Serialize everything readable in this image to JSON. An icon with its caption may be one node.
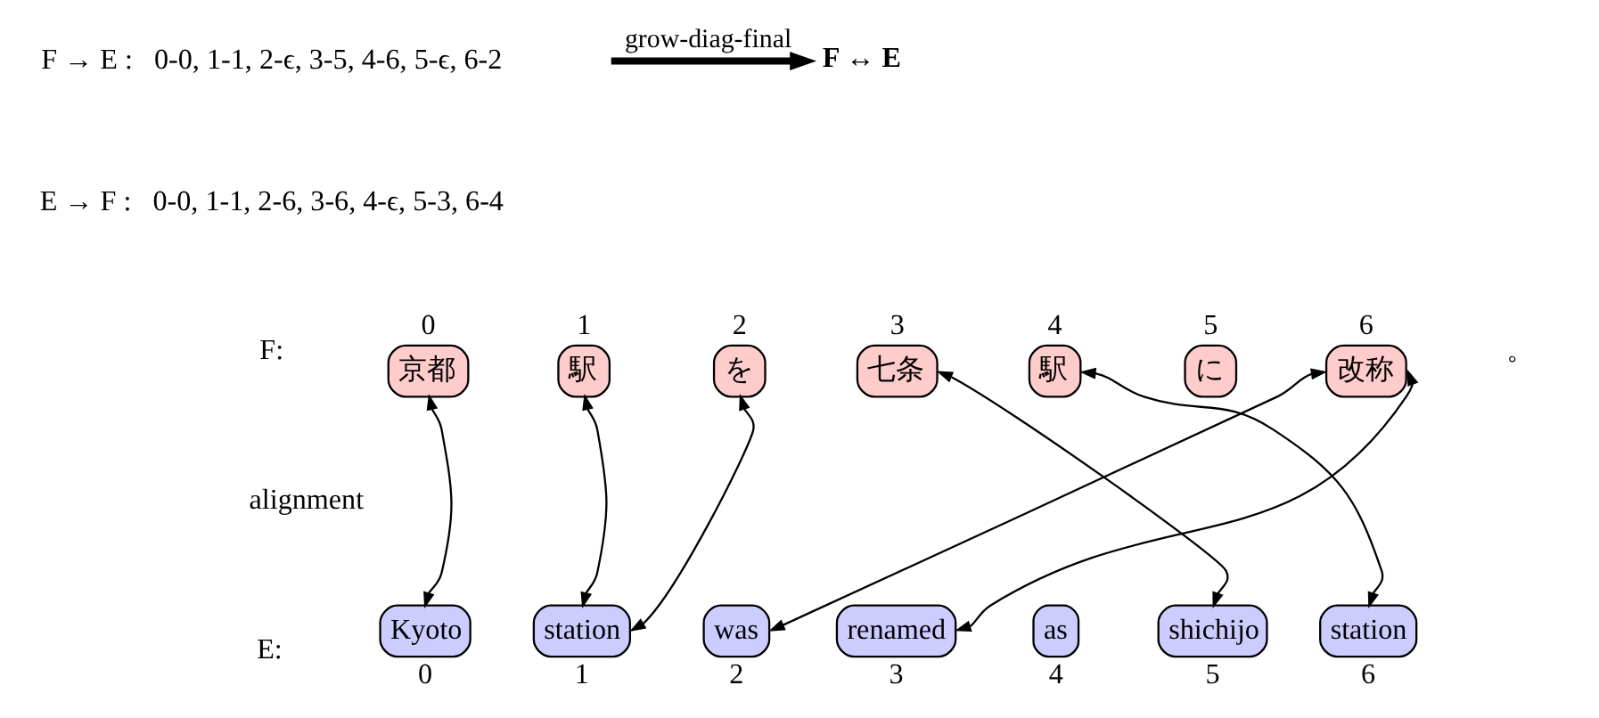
{
  "diagram": {
    "nodes": [
      {
        "text": [
          "京都"
        ],
        "beside": [
          "0"
        ]
      },
      {
        "text": [
          "駅"
        ],
        "beside": [
          "1"
        ]
      },
      {
        "text": [
          "を"
        ],
        "beside": [
          "2"
        ]
      },
      {
        "text": [
          "七条"
        ],
        "beside": [
          "3"
        ]
      },
      {
        "text": [
          "駅"
        ],
        "beside": [
          "4"
        ]
      },
      {
        "text": [
          "に"
        ],
        "beside": [
          "5"
        ]
      },
      {
        "text": [
          "改称"
        ],
        "beside": [
          "6"
        ]
      },
      {
        "text": [
          "Kyoto"
        ],
        "beside": [
          "0"
        ]
      },
      {
        "text": [
          "station"
        ],
        "beside": [
          "1"
        ]
      },
      {
        "text": [
          "was"
        ],
        "beside": [
          "2"
        ]
      },
      {
        "text": [
          "renamed"
        ],
        "beside": [
          "3"
        ]
      },
      {
        "text": [
          "as"
        ],
        "beside": [
          "4"
        ]
      },
      {
        "text": [
          "shichijo"
        ],
        "beside": [
          "5"
        ]
      },
      {
        "text": [
          "station"
        ],
        "beside": [
          "6"
        ]
      },
      {
        "text": [
          "F ↔ E"
        ]
      }
    ],
    "edges": [
      {
        "from": 0,
        "to": 7,
        "arrow": "both"
      },
      {
        "from": 1,
        "to": 8,
        "arrow": "both"
      },
      {
        "from": 2,
        "to": 8,
        "arrow": "both"
      },
      {
        "from": 3,
        "to": 12,
        "arrow": "both"
      },
      {
        "from": 4,
        "to": 13,
        "arrow": "both"
      },
      {
        "from": 6,
        "to": 9,
        "arrow": "both"
      },
      {
        "from": 6,
        "to": 10,
        "arrow": "both"
      },
      {
        "from": null,
        "to": 14,
        "arrow": "to",
        "label": "grow-diag-final",
        "style": "thick"
      }
    ],
    "labels": [
      "F → E :   0-0, 1-1, 2-ϵ, 3-5, 4-6, 5-ϵ, 6-2",
      "E → F :   0-0, 1-1, 2-6, 3-6, 4-ϵ, 5-3, 6-4",
      "F:",
      "。",
      "alignment",
      "E:"
    ]
  }
}
